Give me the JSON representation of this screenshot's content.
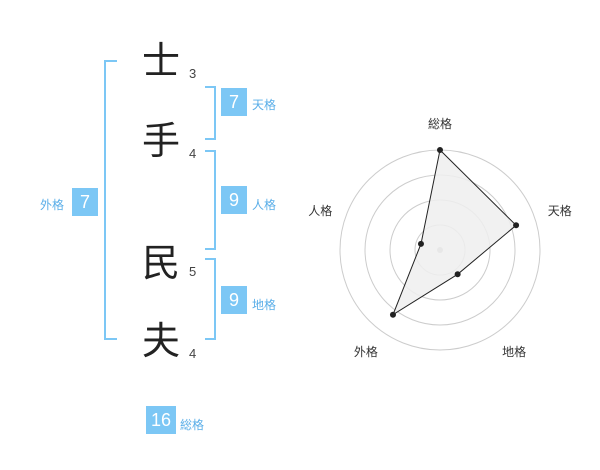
{
  "name_chars": [
    {
      "char": "士",
      "strokes": "3"
    },
    {
      "char": "手",
      "strokes": "4"
    },
    {
      "char": "民",
      "strokes": "5"
    },
    {
      "char": "夫",
      "strokes": "4"
    }
  ],
  "kaku": {
    "tenkaku": {
      "value": "7",
      "label": "天格"
    },
    "jinkaku": {
      "value": "9",
      "label": "人格"
    },
    "chikaku": {
      "value": "9",
      "label": "地格"
    },
    "gaikaku": {
      "value": "7",
      "label": "外格"
    },
    "soukaku": {
      "value": "16",
      "label": "総格"
    }
  },
  "radar": {
    "axes": [
      "総格",
      "天格",
      "地格",
      "外格",
      "人格"
    ],
    "values": [
      1.0,
      0.8,
      0.3,
      0.8,
      0.2
    ],
    "rings": 4,
    "fill_color": "#eeeeee",
    "line_color": "#222222",
    "accent": "#7cc7f5"
  }
}
